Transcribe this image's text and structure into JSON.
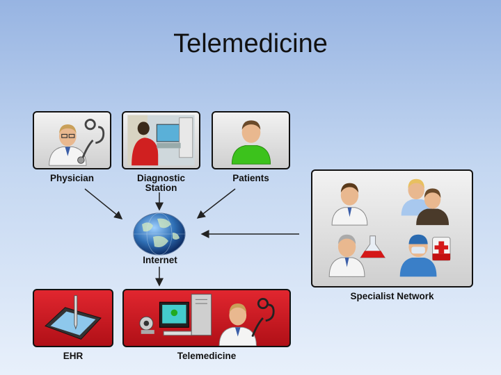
{
  "title": "Telemedicine",
  "nodes": {
    "physician": {
      "label": "Physician",
      "icon": "physician-stethoscope-icon"
    },
    "diagnostic_station": {
      "label": "Diagnostic\nStation",
      "icon": "diagnostic-station-photo"
    },
    "patients": {
      "label": "Patients",
      "icon": "patient-icon"
    },
    "internet": {
      "label": "Internet",
      "icon": "globe-icon"
    },
    "specialist_network": {
      "label": "Specialist Network",
      "icon": "specialist-group-icon"
    },
    "ehr": {
      "label": "EHR",
      "icon": "tablet-stylus-icon"
    },
    "telemedicine": {
      "label": "Telemedicine",
      "icon": "computer-webcam-doctor-icon"
    }
  },
  "edges": [
    {
      "from": "physician",
      "to": "internet"
    },
    {
      "from": "diagnostic_station",
      "to": "internet"
    },
    {
      "from": "patients",
      "to": "internet"
    },
    {
      "from": "specialist_network",
      "to": "internet"
    },
    {
      "from": "internet",
      "to": "telemedicine"
    }
  ],
  "colors": {
    "tile_red": "#c8161e",
    "tile_gray": "#d9d9d9",
    "patient_shirt": "#3cc21c",
    "globe": "#2f6fb5"
  }
}
